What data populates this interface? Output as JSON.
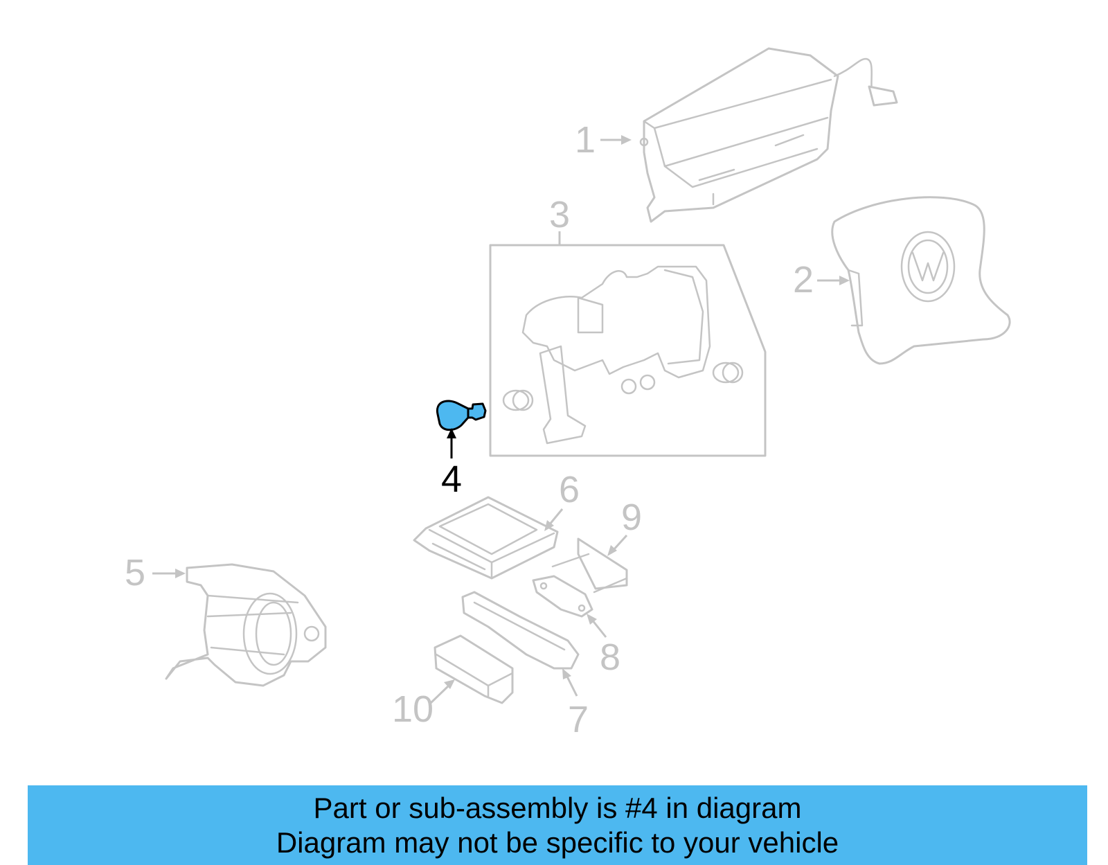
{
  "callouts": {
    "c1": "1",
    "c2": "2",
    "c3": "3",
    "c4": "4",
    "c5": "5",
    "c6": "6",
    "c7": "7",
    "c8": "8",
    "c9": "9",
    "c10": "10"
  },
  "highlighted_part": "4",
  "colors": {
    "highlight": "#4db8f0",
    "inactive_line": "#c4c4c4",
    "active_line": "#000000",
    "banner": "#4db8f0"
  },
  "banner": {
    "line1": "Part or sub-assembly is #4 in diagram",
    "line2": "Diagram may not be specific to your vehicle"
  }
}
